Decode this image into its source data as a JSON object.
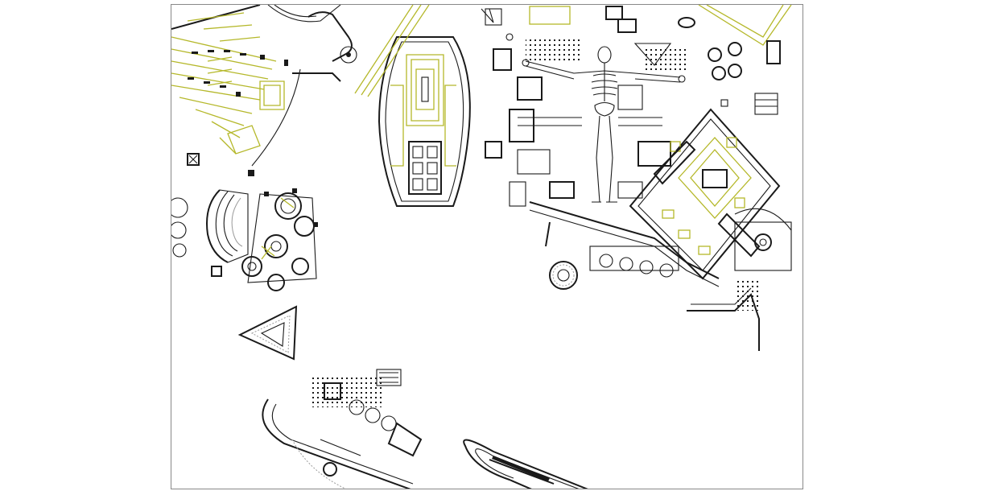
{
  "canvas": {
    "accent_color": "#b5b82a",
    "line_color": "#1a1a1a",
    "frame_color": "#888888",
    "background": "#ffffff"
  },
  "elements": [
    "fan-shaped-garden-plan",
    "amphitheater-fragment",
    "circular-temple-cluster",
    "baths-complex-plan",
    "skeleton-figure",
    "grid-city-blocks",
    "square-palace-complex",
    "round-tholos",
    "triangular-monument",
    "stadium-plan",
    "circus-plan"
  ]
}
